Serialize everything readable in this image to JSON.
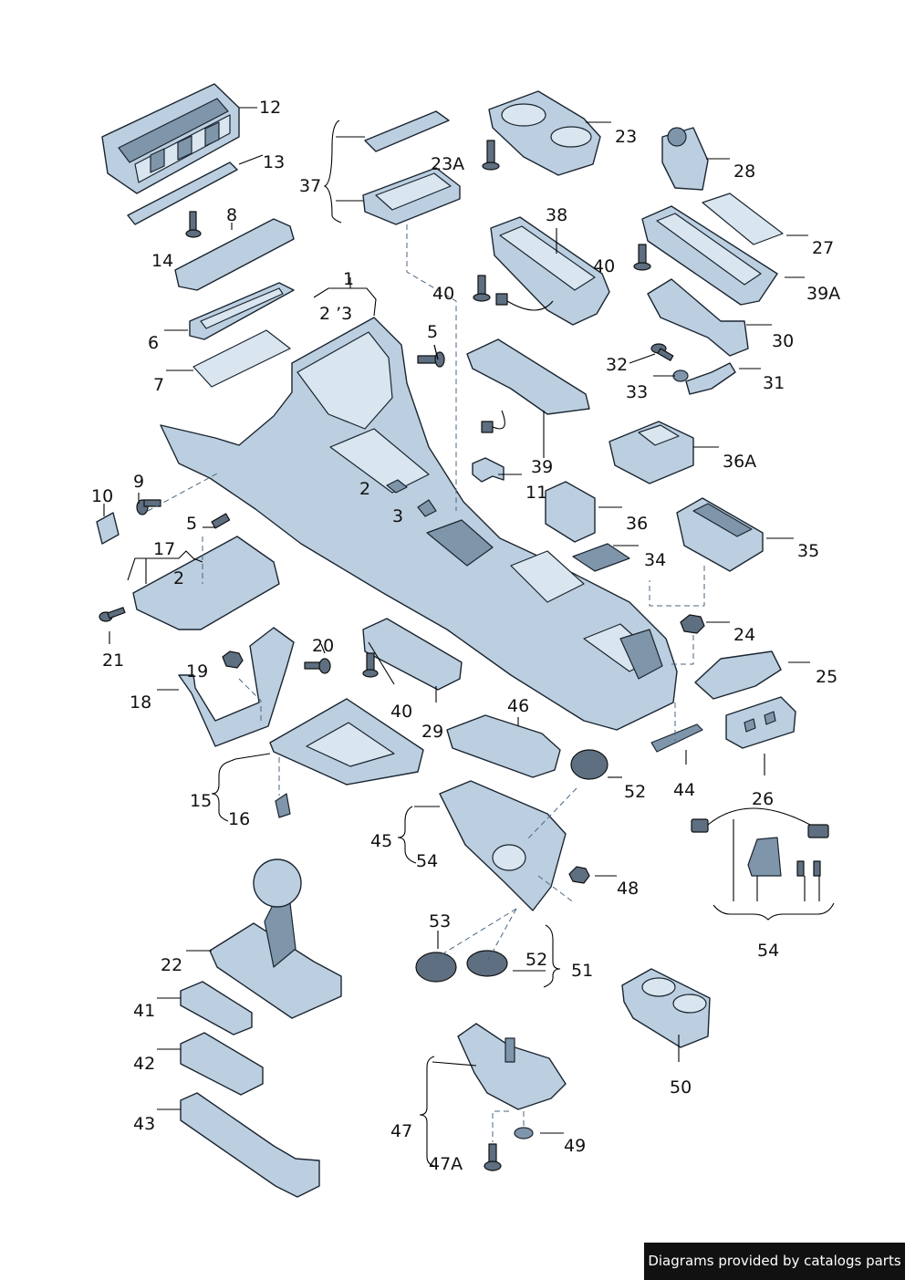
{
  "credit": "Diagrams provided by catalogs parts",
  "callouts": {
    "c1": "1",
    "c2_3": "2 ’3",
    "c2a": "2",
    "c2b": "2",
    "c3": "3",
    "c5a": "5",
    "c5b": "5",
    "c6": "6",
    "c7": "7",
    "c8": "8",
    "c9": "9",
    "c10": "10",
    "c11": "11",
    "c12": "12",
    "c13": "13",
    "c14": "14",
    "c15": "15",
    "c16": "16",
    "c17": "17",
    "c18": "18",
    "c19": "19",
    "c20": "20",
    "c21": "21",
    "c22": "22",
    "c23": "23",
    "c23A": "23A",
    "c24": "24",
    "c25": "25",
    "c26": "26",
    "c27": "27",
    "c28": "28",
    "c29": "29",
    "c30": "30",
    "c31": "31",
    "c32": "32",
    "c33": "33",
    "c34": "34",
    "c35": "35",
    "c36": "36",
    "c36A": "36A",
    "c37": "37",
    "c38": "38",
    "c39": "39",
    "c39A": "39A",
    "c40a": "40",
    "c40b": "40",
    "c40c": "40",
    "c41": "41",
    "c42": "42",
    "c43": "43",
    "c44": "44",
    "c45": "45",
    "c46": "46",
    "c47": "47",
    "c47A": "47A",
    "c48": "48",
    "c49": "49",
    "c50": "50",
    "c51": "51",
    "c52a": "52",
    "c52b": "52",
    "c53": "53",
    "c54a": "54",
    "c54b": "54"
  }
}
